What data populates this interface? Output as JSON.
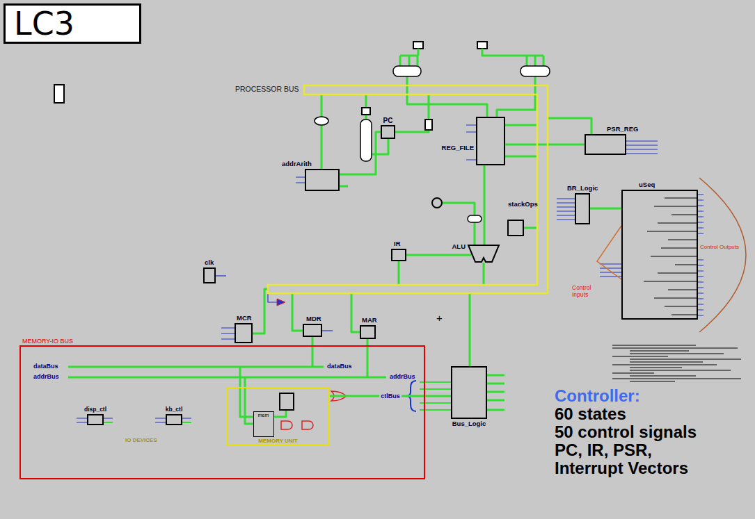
{
  "diagram": {
    "title": "LC3",
    "nodes": [
      {
        "text": [
          "PROCESSOR BUS"
        ]
      },
      {
        "text": [
          "PC"
        ]
      },
      {
        "text": [
          "REG_FILE"
        ]
      },
      {
        "text": [
          "PSR_REG"
        ]
      },
      {
        "text": [
          "addrArith"
        ]
      },
      {
        "text": [
          "uSeq"
        ]
      },
      {
        "text": [
          "BR_Logic"
        ]
      },
      {
        "text": [
          "stackOps"
        ]
      },
      {
        "text": [
          "ALU"
        ]
      },
      {
        "text": [
          "IR"
        ]
      },
      {
        "text": [
          "clk"
        ]
      },
      {
        "text": [
          "MCR"
        ]
      },
      {
        "text": [
          "MDR"
        ]
      },
      {
        "text": [
          "MAR"
        ]
      },
      {
        "text": [
          "MEMORY-IO BUS"
        ]
      },
      {
        "text": [
          "disp_ctl"
        ],
        "in": 14
      },
      {
        "text": [
          "kb_ctl"
        ],
        "in": 14
      },
      {
        "text": [
          "MEMORY UNIT"
        ],
        "in": 14
      },
      {
        "text": [
          "mem"
        ],
        "in": 17
      },
      {
        "text": [
          "Bus_Logic"
        ]
      }
    ],
    "edges": [
      {
        "from": 4,
        "to": 1,
        "arrow": "none"
      },
      {
        "from": 2,
        "to": 8,
        "arrow": "none"
      },
      {
        "from": 2,
        "to": 3,
        "arrow": "none"
      },
      {
        "from": 9,
        "to": 8,
        "arrow": "none"
      },
      {
        "from": 6,
        "to": 5,
        "arrow": "none"
      },
      {
        "from": 19,
        "to": 17,
        "label": "ctlBus",
        "arrow": "none"
      }
    ],
    "labels": [
      "dataBus",
      "addrBus",
      "dataBus",
      "addrBus",
      "IO DEVICES",
      "+",
      "Control Inputs",
      "Control Outputs",
      "Controller:",
      "60 states",
      "50 control signals",
      "PC, IR, PSR,",
      "Interrupt Vectors"
    ]
  }
}
